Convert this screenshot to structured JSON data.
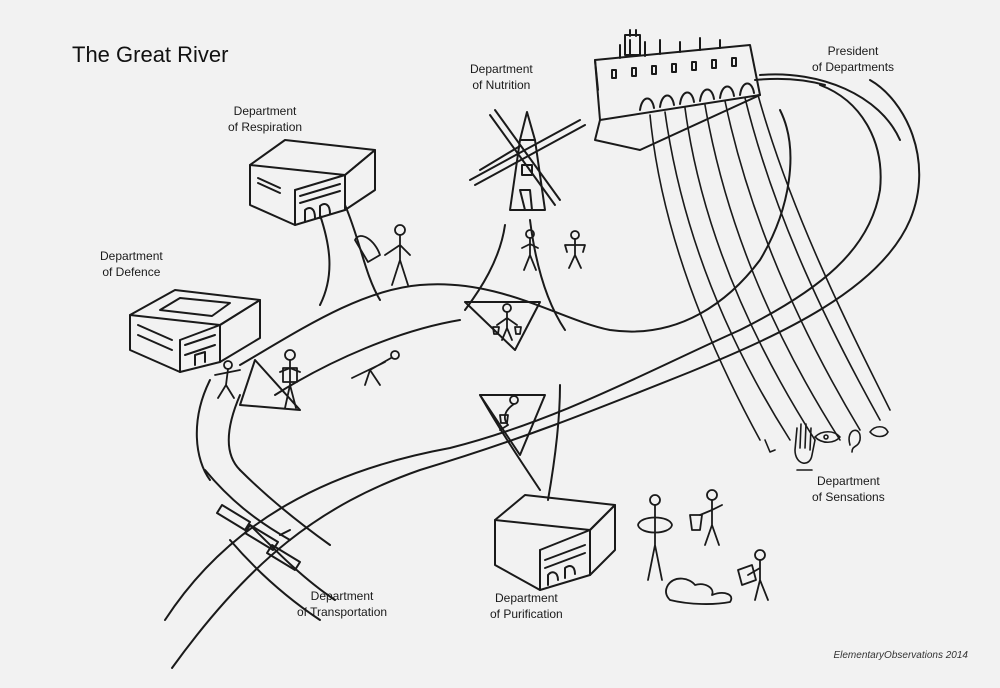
{
  "title": "The Great River",
  "labels": {
    "nutrition": [
      "Department",
      "of Nutrition"
    ],
    "respiration": [
      "Department",
      "of Respiration"
    ],
    "president": [
      "President",
      "of Departments"
    ],
    "defence": [
      "Department",
      "of Defence"
    ],
    "sensations": [
      "Department",
      "of Sensations"
    ],
    "transportation": [
      "Department",
      "of Transportation"
    ],
    "purification": [
      "Department",
      "of Purification"
    ]
  },
  "credit": "ElementaryObservations 2014",
  "colors": {
    "ink": "#1a1a1a",
    "paper": "#f2f2f2"
  },
  "icons": [
    "castle-icon",
    "windmill-icon",
    "building-icon",
    "train-icon",
    "stick-figure-icon",
    "hand-icon",
    "eye-icon",
    "ear-icon",
    "nose-icon",
    "tongue-icon"
  ]
}
